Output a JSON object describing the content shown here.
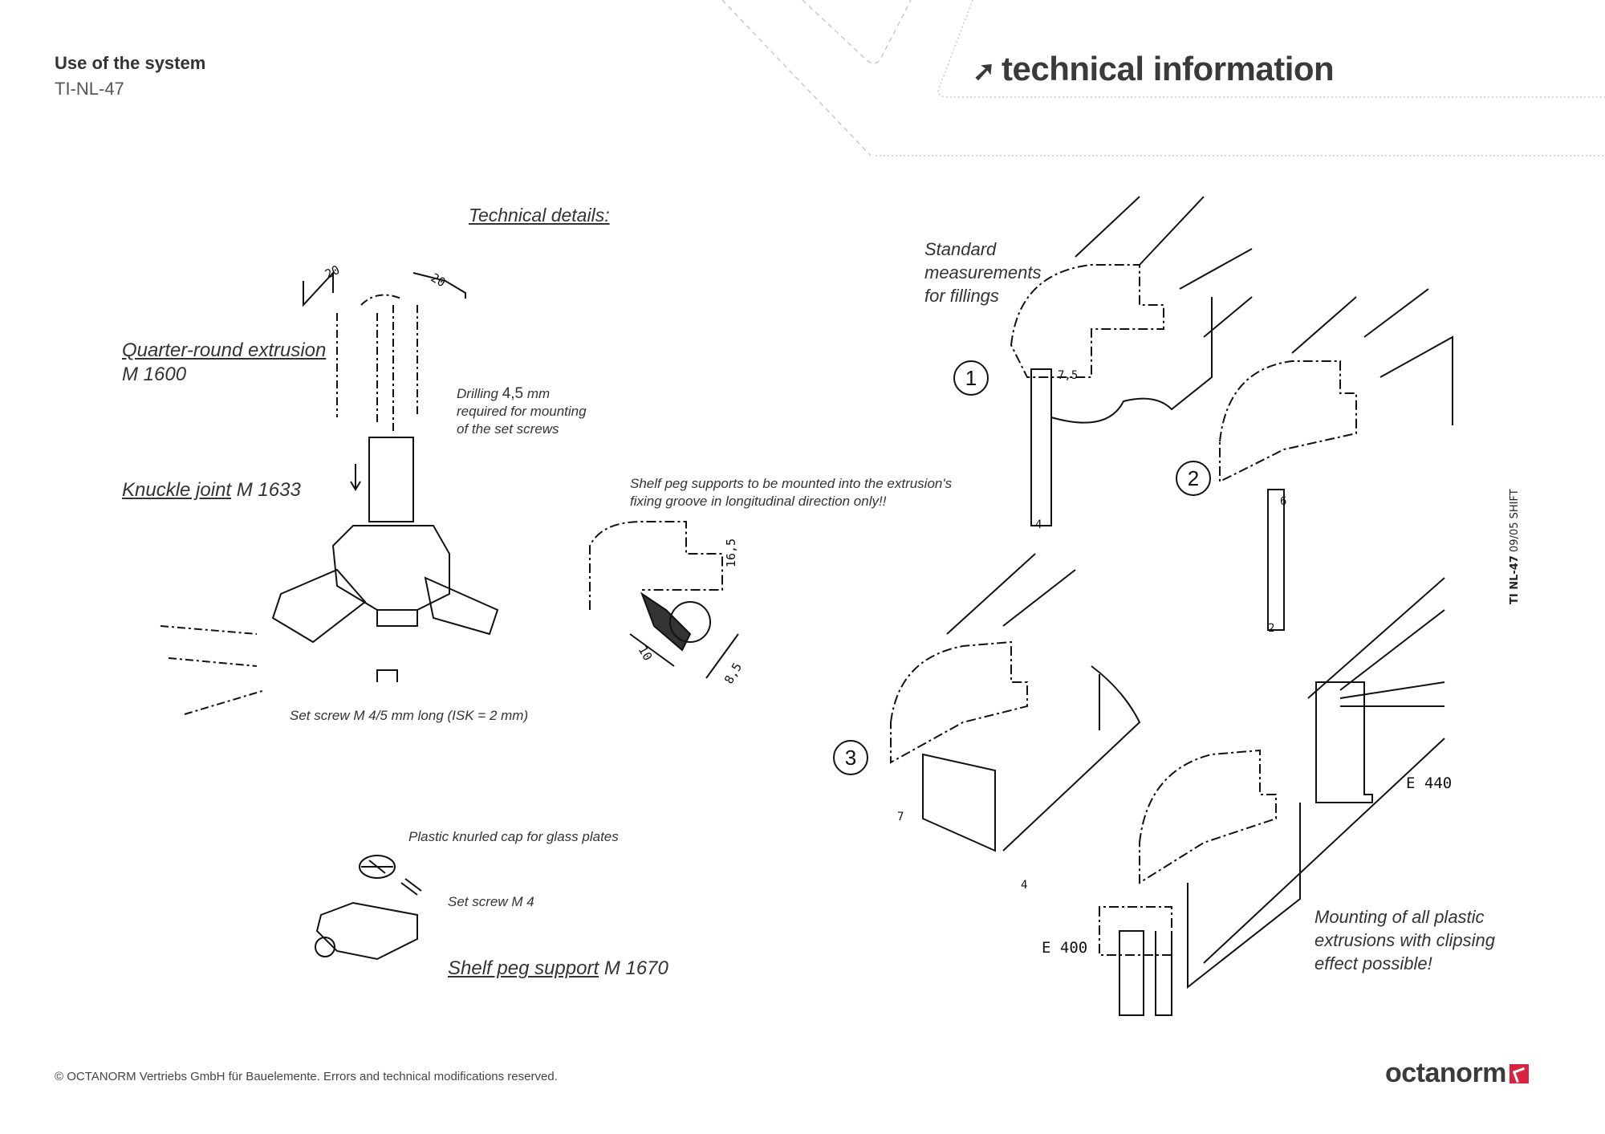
{
  "header": {
    "section": "Use of the system",
    "code": "TI-NL-47",
    "title": "technical information",
    "title_icon": "arrow-up-right-icon"
  },
  "labels": {
    "technical_details": "Technical details:",
    "extrusion_name": "Quarter-round extrusion",
    "extrusion_code": "M 1600",
    "knuckle_name": "Knuckle joint",
    "knuckle_code": "M 1633",
    "drilling_prefix": "Drilling",
    "drilling_value": "4,5",
    "drilling_unit": "mm",
    "drilling_line2": "required for mounting",
    "drilling_line3": "of the set screws",
    "set_screw_long": "Set screw M 4/5 mm long (ISK = 2 mm)",
    "shelf_note_line1": "Shelf peg supports to be mounted into the extrusion's",
    "shelf_note_line2": "fixing groove in longitudinal direction only!!",
    "knurled_cap": "Plastic knurled cap for glass plates",
    "set_screw_m4": "Set screw M 4",
    "shelf_peg_name": "Shelf peg support",
    "shelf_peg_code": "M 1670",
    "standard_line1": "Standard",
    "standard_line2": "measurements",
    "standard_line3": "for fillings",
    "mounting_line1": "Mounting of all plastic",
    "mounting_line2": "extrusions with clipsing",
    "mounting_line3": "effect possible!",
    "circle_1": "1",
    "circle_2": "2",
    "circle_3": "3",
    "e440": "E 440",
    "e400": "E 400"
  },
  "dimensions": {
    "d20a": "20",
    "d20b": "20",
    "d16_5": "16,5",
    "d10": "10",
    "d8_5": "8,5",
    "d7_5": "7,5",
    "d4a": "4",
    "d6": "6",
    "d2": "2",
    "d7": "7",
    "d4b": "4"
  },
  "side_text": {
    "bold": "TI NL-47",
    "rest": "09/05 SHIFT"
  },
  "footer": {
    "copyright": "© OCTANORM Vertriebs GmbH für Bauelemente. Errors and technical modifications reserved.",
    "logo": "octanorm"
  },
  "colors": {
    "text": "#3a3a3a",
    "brand_red": "#d9233f",
    "dotted_line": "#c8c8c8"
  }
}
